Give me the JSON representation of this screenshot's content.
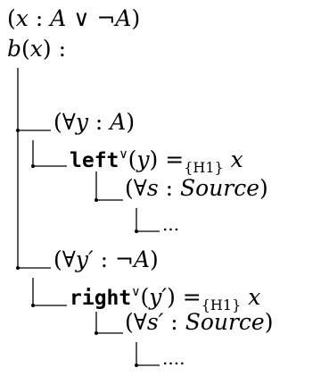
{
  "root": {
    "open": "(",
    "var": "x",
    "colon": " : ",
    "type_a": "A",
    "or": " ∨ ",
    "not": "¬",
    "type_b": "A",
    "close": ")"
  },
  "body_line": {
    "fn": "b",
    "open": "(",
    "var": "x",
    "close": ") :"
  },
  "branch_left": {
    "quant": "(∀",
    "var": "y",
    "colon": " : ",
    "type": "A",
    "close": ")",
    "ctor": "left",
    "ctor_sup": "∨",
    "arg_open": "(",
    "arg": "y",
    "arg_close": ")",
    "eq": " =",
    "eq_sub": "{H1}",
    "rhs": " x",
    "inner_quant": "(∀",
    "inner_var": "s",
    "inner_colon": " : ",
    "inner_type": "Source",
    "inner_close": ")",
    "ellipsis": "..."
  },
  "branch_right": {
    "quant": "(∀",
    "var": "y′",
    "colon": " : ",
    "not": "¬",
    "type": "A",
    "close": ")",
    "ctor": "right",
    "ctor_sup": "∨",
    "arg_open": "(",
    "arg": "y′",
    "arg_close": ")",
    "eq": " =",
    "eq_sub": "{H1}",
    "rhs": " x",
    "inner_quant": "(∀",
    "inner_var": "s′",
    "inner_colon": " : ",
    "inner_type": "Source",
    "inner_close": ")",
    "ellipsis": "...."
  }
}
